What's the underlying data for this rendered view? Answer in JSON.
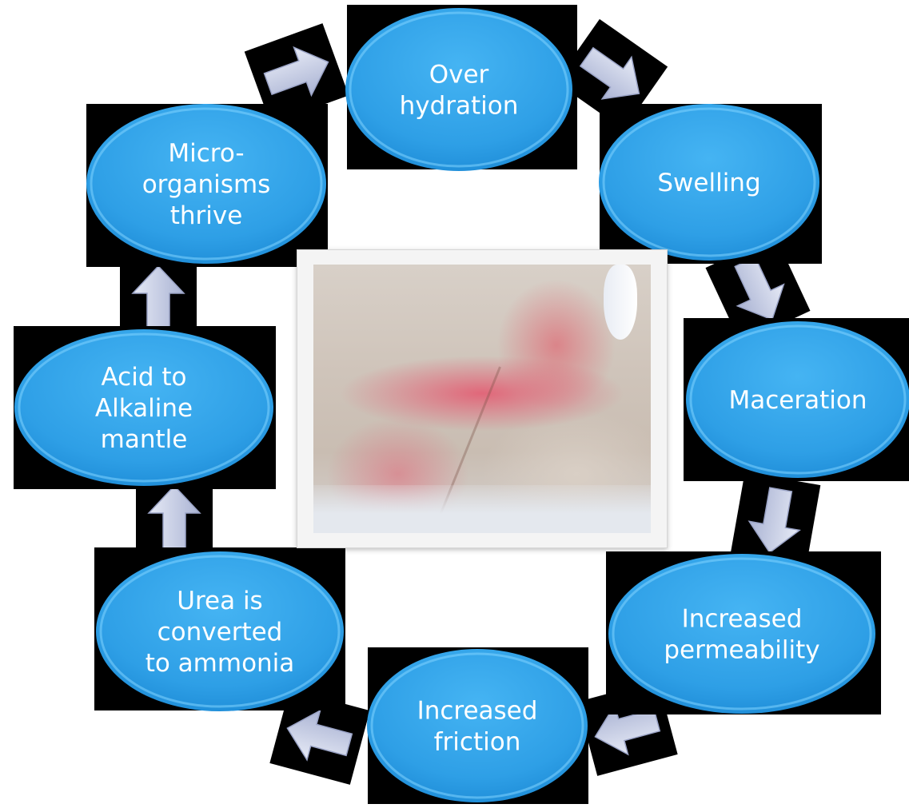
{
  "diagram": {
    "colors": {
      "node_fill": "#2e9fe6",
      "node_highlight": "#7fd3ff",
      "node_shadow": "#000000",
      "arrow_fill": "#c5cde6",
      "label_text": "#ffffff"
    },
    "nodes": [
      {
        "id": "over-hydration",
        "lines": [
          "Over",
          "hydration"
        ]
      },
      {
        "id": "swelling",
        "lines": [
          "Swelling"
        ]
      },
      {
        "id": "maceration",
        "lines": [
          "Maceration"
        ]
      },
      {
        "id": "increased-permeability",
        "lines": [
          "Increased",
          "permeability"
        ]
      },
      {
        "id": "increased-friction",
        "lines": [
          "Increased",
          "friction"
        ]
      },
      {
        "id": "urea-converted",
        "lines": [
          "Urea is",
          "converted",
          "to ammonia"
        ]
      },
      {
        "id": "acid-to-alkaline",
        "lines": [
          "Acid to",
          "Alkaline",
          "mantle"
        ]
      },
      {
        "id": "micro-organisms-thrive",
        "lines": [
          "Micro-",
          "organisms",
          "thrive"
        ]
      }
    ],
    "center_image": {
      "icon": "skin-rash-photo"
    }
  }
}
